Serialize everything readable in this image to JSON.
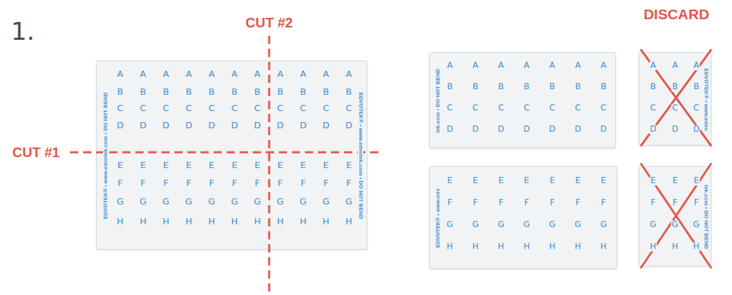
{
  "diagram": {
    "nodes": [
      {
        "text": [
          "EDVOTEK® • www.edvotek.com • DO NOT BEND",
          "EDVOTEK® • www.edvotek.com • DO NOT BEND",
          "A",
          "A",
          "A",
          "A",
          "A",
          "A",
          "A",
          "A",
          "A",
          "A",
          "A",
          "B",
          "B",
          "B",
          "B",
          "B",
          "B",
          "B",
          "B",
          "B",
          "B",
          "B",
          "C",
          "C",
          "C",
          "C",
          "C",
          "C",
          "C",
          "C",
          "C",
          "C",
          "C",
          "D",
          "D",
          "D",
          "D",
          "D",
          "D",
          "D",
          "D",
          "D",
          "D",
          "D",
          "E",
          "E",
          "E",
          "E",
          "E",
          "E",
          "E",
          "E",
          "E",
          "E",
          "E",
          "F",
          "F",
          "F",
          "F",
          "F",
          "F",
          "F",
          "F",
          "F",
          "F",
          "F",
          "G",
          "G",
          "G",
          "G",
          "G",
          "G",
          "G",
          "G",
          "G",
          "G",
          "G",
          "H",
          "H",
          "H",
          "H",
          "H",
          "H",
          "H",
          "H",
          "H",
          "H",
          "H"
        ]
      },
      {
        "text": [
          "tek.com • DO NOT BEND",
          "A",
          "A",
          "A",
          "A",
          "A",
          "A",
          "A",
          "B",
          "B",
          "B",
          "B",
          "B",
          "B",
          "B",
          "C",
          "C",
          "C",
          "C",
          "C",
          "C",
          "C",
          "D",
          "D",
          "D",
          "D",
          "D",
          "D",
          "D"
        ]
      },
      {
        "text": [
          "EDVOTEK® • www.edvo",
          "A",
          "A",
          "A",
          "B",
          "B",
          "B",
          "C",
          "C",
          "C",
          "D",
          "D",
          "D"
        ]
      },
      {
        "text": [
          "EDVOTEK® • www.edv",
          "E",
          "E",
          "E",
          "E",
          "E",
          "E",
          "E",
          "F",
          "F",
          "F",
          "F",
          "F",
          "F",
          "F",
          "G",
          "G",
          "G",
          "G",
          "G",
          "G",
          "G",
          "H",
          "H",
          "H",
          "H",
          "H",
          "H",
          "H"
        ]
      },
      {
        "text": [
          "tek.com • DO NOT BEND",
          "E",
          "E",
          "E",
          "F",
          "F",
          "F",
          "G",
          "G",
          "G",
          "H",
          "H",
          "H"
        ]
      }
    ],
    "labels": [
      "1.",
      "CUT #2",
      "CUT #1",
      "DISCARD"
    ]
  }
}
